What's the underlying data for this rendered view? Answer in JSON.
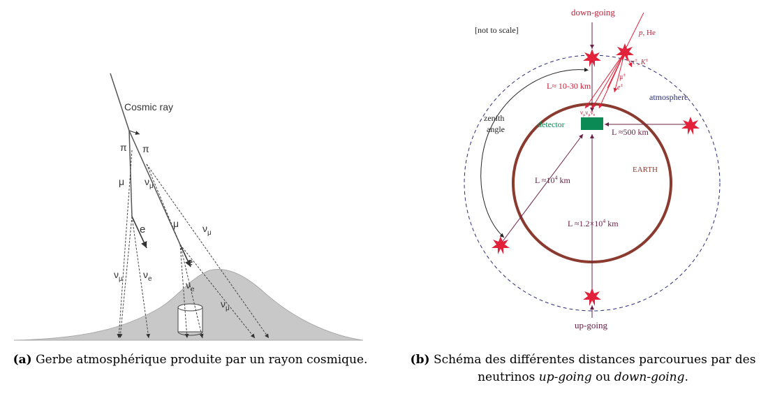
{
  "panel_a": {
    "cosmic_ray": "Cosmic ray",
    "pi_left": "π",
    "pi_right": "π",
    "mu_left": "μ",
    "mu_right": "μ",
    "e_left": "e",
    "e_right": "e",
    "nu_mu_1": "ν",
    "nu_mu_1_sub": "μ",
    "nu_mu_2": "ν",
    "nu_mu_2_sub": "μ",
    "nu_mu_3": "ν",
    "nu_mu_3_sub": "μ",
    "nu_mu_4": "ν",
    "nu_mu_4_sub": "μ",
    "nu_e_1": "ν",
    "nu_e_1_sub": "e",
    "nu_e_2": "ν",
    "nu_e_2_sub": "e",
    "colors": {
      "ground": "#c8c8c8",
      "line": "#444444"
    }
  },
  "panel_b": {
    "not_to_scale": "[not to scale]",
    "down_going": "down-going",
    "up_going": "up-going",
    "primary": "p",
    "primary_rest": ", He",
    "pions": "π",
    "pions_sup": "±",
    "kaons": ", K",
    "kaons_sup": "±",
    "muons": "μ",
    "muons_sup": "±",
    "electrons": "e",
    "electrons_sup": "±",
    "L_10_30": "L≈ 10-30 km",
    "neutrinos": "ν",
    "nu_mu_sub": "μ",
    "nu_e_sub": "e",
    "atmosphere": "atmosphere",
    "zenith_angle_1": "zenith",
    "zenith_angle_2": "angle",
    "detector": "detector",
    "L_500": "L ≈500 km",
    "earth": "EARTH",
    "L_1e4_pre": "L ≈10",
    "L_1e4_exp": "4",
    "L_1e4_post": " km",
    "L_12e4_pre": "L ≈1.2×10",
    "L_12e4_exp": "4",
    "L_12e4_post": " km",
    "colors": {
      "earth": "#8b3a2f",
      "atmosphere": "#2b2b7a",
      "detector": "#0b8a55",
      "red": "#e2223a",
      "label_purple": "#6b2147"
    }
  },
  "captions": {
    "a_tag": "(a)",
    "a_text": "Gerbe atmosphérique produite par un rayon cosmique.",
    "b_tag": "(b)",
    "b_text_1": "Schéma des différentes distances parcourues par des neutrinos ",
    "b_up": "up-going",
    "b_mid": " ou ",
    "b_down": "down-going",
    "b_end": "."
  }
}
